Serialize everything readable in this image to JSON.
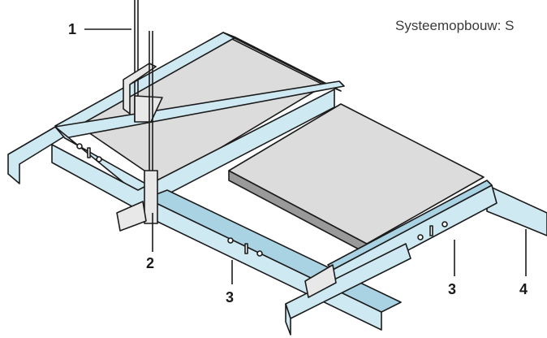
{
  "caption": "Systeemopbouw: S",
  "callouts": {
    "c1": "1",
    "c2": "2",
    "c3a": "3",
    "c3b": "3",
    "c4": "4"
  },
  "colors": {
    "profile": "#cfe9f3",
    "profile_dark": "#a9d3e3",
    "outline": "#1b1b1b",
    "tile_top": "#dcdcdc",
    "tile_edge": "#9a9a9a",
    "hanger": "#e8e8e8"
  },
  "icons": {
    "hanger": "wire-hanger-icon"
  }
}
